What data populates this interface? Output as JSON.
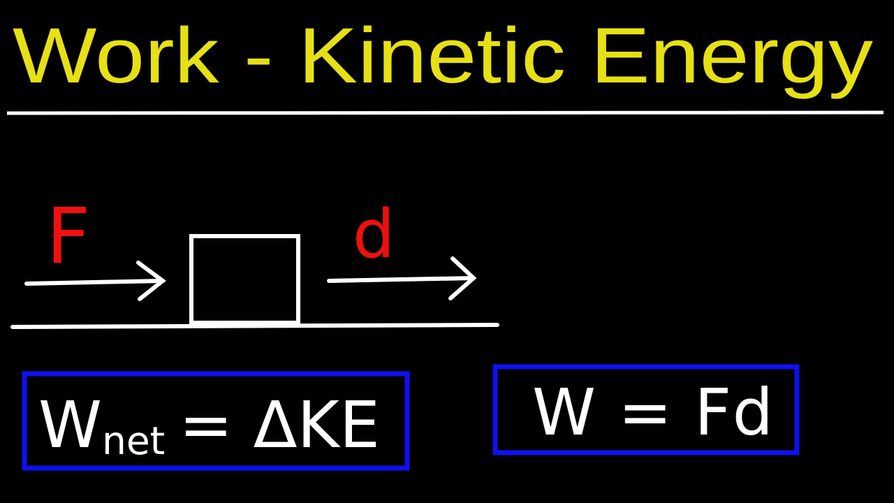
{
  "title": "Work - Kinetic Energy",
  "diagram": {
    "force_label": "F",
    "distance_label": "d"
  },
  "equations": {
    "work_energy": {
      "main": "W",
      "subscript": "net",
      "rest": "= ΔKE"
    },
    "work_definition": "W = Fd"
  },
  "colors": {
    "title": "#e6e014",
    "labels": "#f01010",
    "lines": "#ffffff",
    "equation_boxes": "#1010f0",
    "background": "#000000"
  }
}
